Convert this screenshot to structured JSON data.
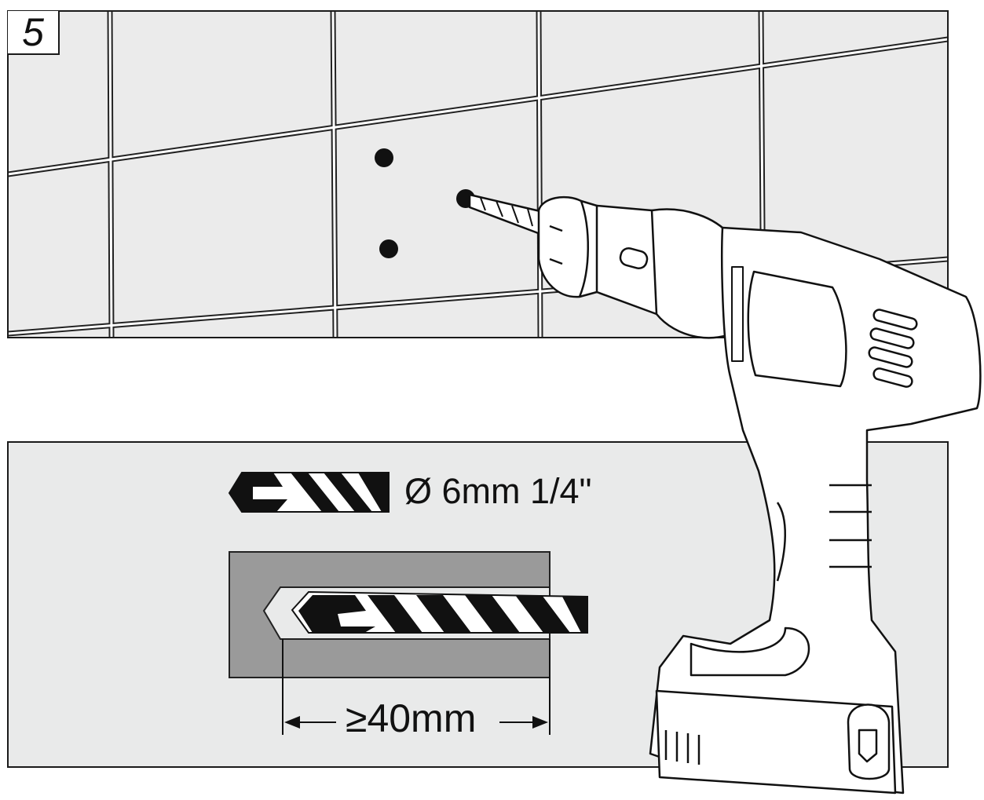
{
  "step": {
    "number": "5"
  },
  "drill_bit": {
    "size_label": "Ø 6mm 1/4\""
  },
  "depth": {
    "label": "≥40mm"
  },
  "colors": {
    "tile": "#ebebeb",
    "panel": "#e9eaea",
    "anchor_gray": "#9a9a9a",
    "ink": "#111111"
  },
  "icons": [
    "drill-icon",
    "drill-bit-icon",
    "arrow-left-icon",
    "arrow-right-icon"
  ]
}
